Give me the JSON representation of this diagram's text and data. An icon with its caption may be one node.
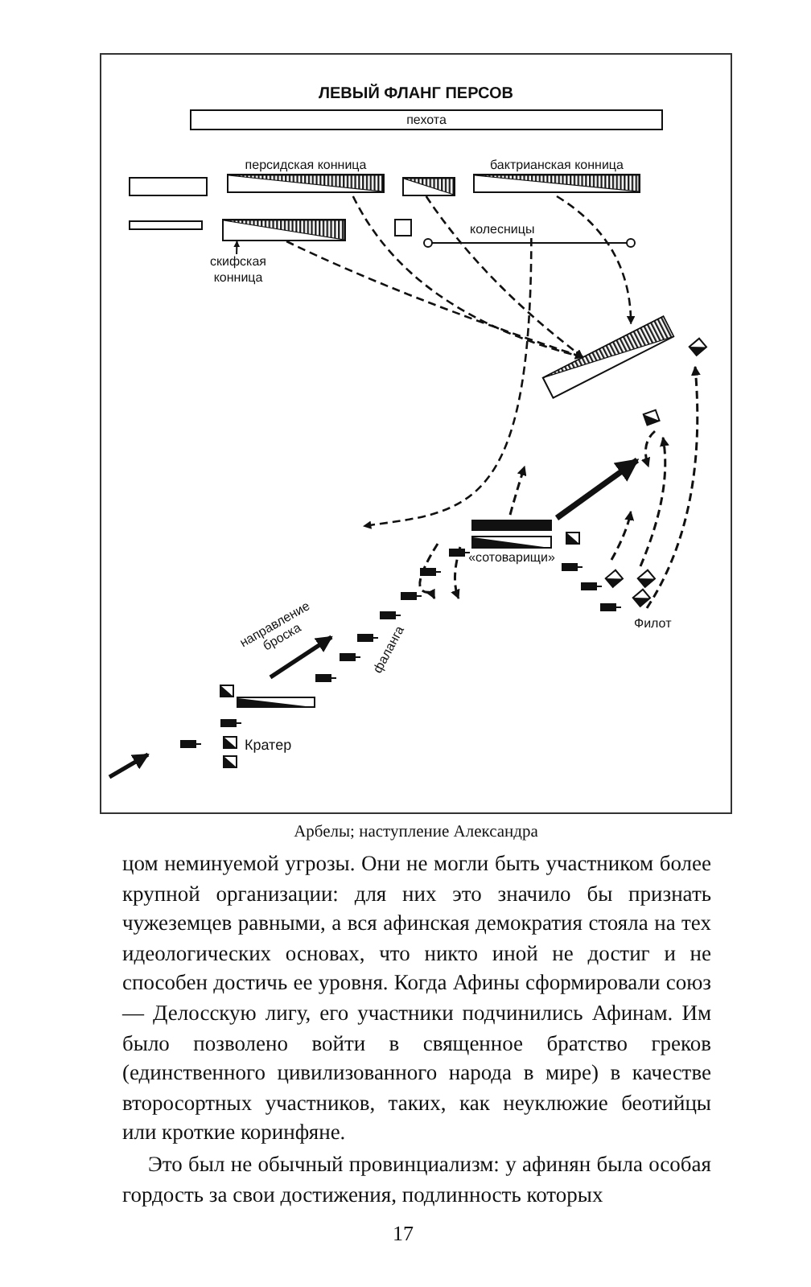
{
  "diagram": {
    "title": "ЛЕВЫЙ ФЛАНГ ПЕРСОВ",
    "caption": "Арбелы; наступление Александра",
    "nodes": [
      {
        "text": [
          "пехота"
        ]
      },
      {
        "text": [],
        "shape": "box"
      },
      {
        "text": [
          "персидская конница"
        ]
      },
      {
        "text": [],
        "shape": "box"
      },
      {
        "text": [
          "бактрианская конница"
        ]
      },
      {
        "text": [],
        "shape": "bar"
      },
      {
        "text": [],
        "shape": "box"
      },
      {
        "text": [
          "скифская конница"
        ]
      },
      {
        "text": [],
        "shape": "box"
      },
      {
        "text": [
          "колесницы"
        ]
      },
      {
        "text": [],
        "shape": "box"
      },
      {
        "text": [
          "«сотоварищи»"
        ]
      }
    ],
    "edges": [
      {
        "from": 2,
        "to": 10,
        "arrow": "to",
        "style": "dashed"
      },
      {
        "from": 6,
        "to": 10,
        "arrow": "to",
        "style": "dashed"
      },
      {
        "from": 3,
        "to": 10,
        "arrow": "to",
        "style": "dashed"
      },
      {
        "from": 4,
        "to": 10,
        "arrow": "to",
        "style": "dashed"
      },
      {
        "from": 9,
        "to": null,
        "arrow": "to",
        "style": "dashed"
      },
      {
        "from": 11,
        "to": null,
        "arrow": "to",
        "style": "thick"
      },
      {
        "from": 7,
        "to": 6,
        "arrow": "to"
      }
    ],
    "labels": [
      "фаланга",
      "направление броска",
      "Кратер",
      "Филот",
      "цом неминуемой угрозы. Они не могли быть участником более крупной организации: для них это значило бы признать чужеземцев равными, а вся афинская демократия стояла на тех идеологических основах, что никто иной не достиг и не способен достичь ее уровня. Когда Афины сформировали союз — Делосскую лигу, его участники подчинились Афинам. Им было позволено войти в священное братство греков (единственного цивилизованного народа в мире) в качестве второсортных участников, таких, как неуклюжие беотийцы или кроткие коринфяне.",
      "Это был не обычный провинциализм: у афинян была особая гордость за свои достижения, подлинность которых",
      "17"
    ]
  }
}
